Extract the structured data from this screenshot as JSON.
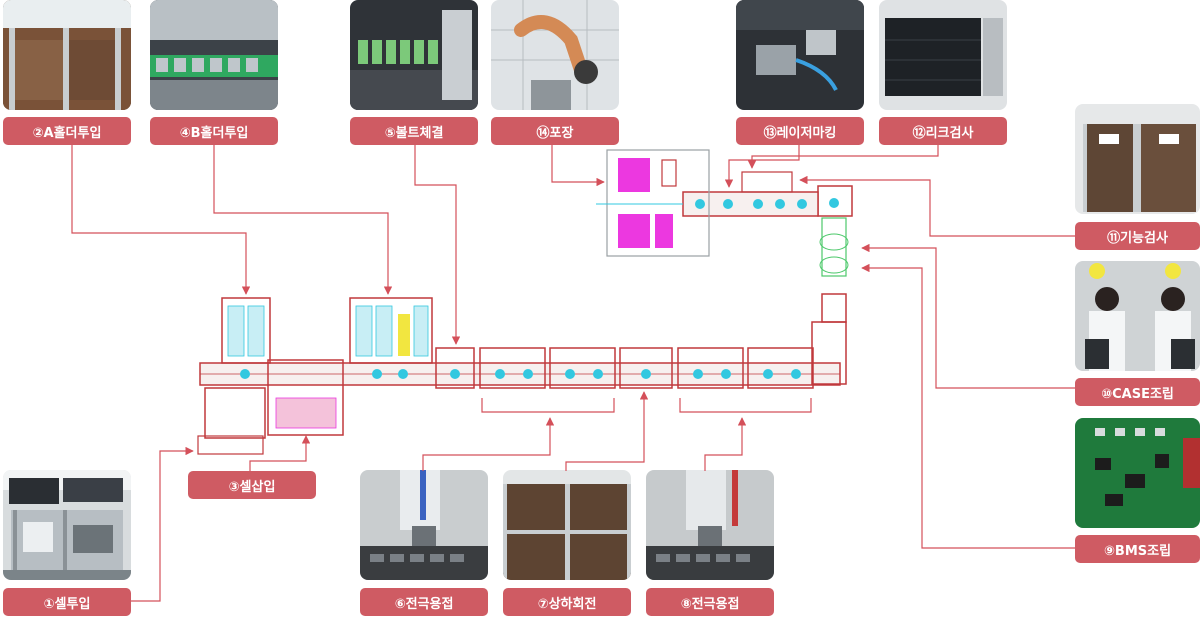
{
  "colors": {
    "label_bg": "#cf5b63",
    "connector": "#d4505a",
    "equipment": "#c0393c",
    "cyan": "#32c8e0",
    "magenta": "#ec38e0",
    "yellow": "#f2e640",
    "green": "#4cc86a"
  },
  "steps": [
    {
      "id": "s1",
      "label": "①셀투입"
    },
    {
      "id": "s2",
      "label": "②A홀더투입"
    },
    {
      "id": "s3",
      "label": "③셀삽입"
    },
    {
      "id": "s4",
      "label": "④B홀더투입"
    },
    {
      "id": "s5",
      "label": "⑤볼트체결"
    },
    {
      "id": "s6",
      "label": "⑥전극용접"
    },
    {
      "id": "s7",
      "label": "⑦상하회전"
    },
    {
      "id": "s8",
      "label": "⑧전극용접"
    },
    {
      "id": "s9",
      "label": "⑨BMS조립"
    },
    {
      "id": "s10",
      "label": "⑩CASE조립"
    },
    {
      "id": "s11",
      "label": "⑪기능검사"
    },
    {
      "id": "s12",
      "label": "⑫리크검사"
    },
    {
      "id": "s13",
      "label": "⑬레이저마킹"
    },
    {
      "id": "s14",
      "label": "⑭포장"
    }
  ]
}
